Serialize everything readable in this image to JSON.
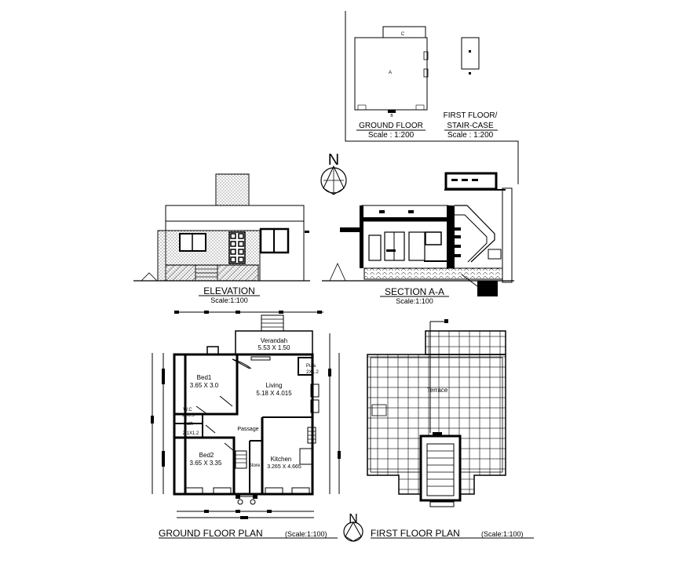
{
  "site_plans": {
    "ground": {
      "label": "GROUND FLOOR",
      "scale": "Scale : 1:200",
      "block_a": "A",
      "block_b": "B",
      "block_c": "C"
    },
    "first": {
      "label_line1": "FIRST FLOOR/",
      "label_line2": "STAIR-CASE",
      "scale": "Scale : 1:200"
    }
  },
  "north_label": "N",
  "elevation": {
    "title": "ELEVATION",
    "scale": "Scale:1:100"
  },
  "section": {
    "title": "SECTION A-A",
    "scale": "Scale:1:100"
  },
  "ground_floor": {
    "title": "GROUND FLOOR PLAN",
    "scale": "(Scale:1:100)",
    "rooms": {
      "verandah": {
        "name": "Verandah",
        "size": "5.53 X 1.50"
      },
      "bed1": {
        "name": "Bed1",
        "size": "3.65 X 3.0"
      },
      "living": {
        "name": "Living",
        "size": "5.18 X 4.015"
      },
      "puja": {
        "name": "Puja",
        "size": "2X1.2"
      },
      "wc": {
        "name": "W.C",
        "size": "2X0.9"
      },
      "bath": {
        "name": "Bath",
        "size": "2.1X1.2"
      },
      "passage": {
        "name": "Passage"
      },
      "bed2": {
        "name": "Bed2",
        "size": "3.65 X 3.35"
      },
      "store": {
        "name": "Store"
      },
      "kitchen": {
        "name": "Kitchen",
        "size": "3.265 X 4.665"
      }
    }
  },
  "first_floor": {
    "title": "FIRST FLOOR PLAN",
    "scale": "(Scale:1:100)",
    "terrace": "Terrace"
  }
}
